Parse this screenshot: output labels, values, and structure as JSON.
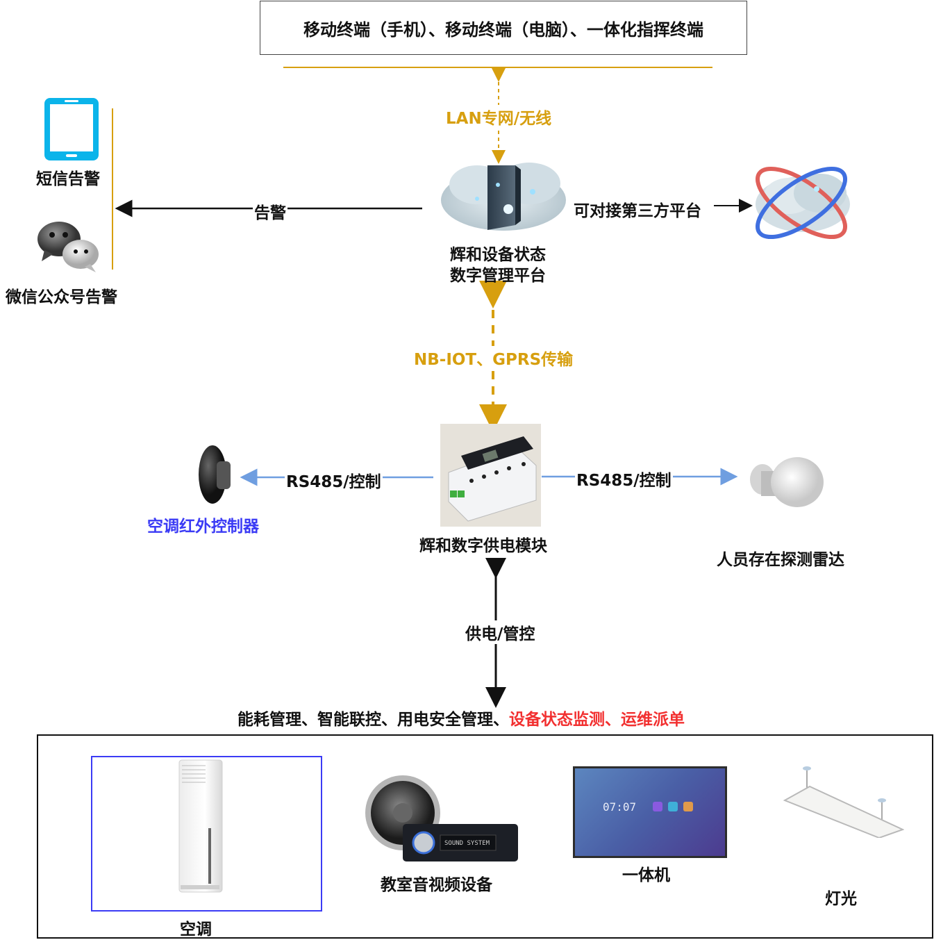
{
  "top_box": {
    "text": "移动终端（手机）、移动终端（电脑）、一体化指挥终端"
  },
  "links": {
    "lan": "LAN专网/无线",
    "alarm": "告警",
    "third_party": "可对接第三方平台",
    "nbiot": "NB-IOT、GPRS传输",
    "rs485_left": "RS485/控制",
    "rs485_right": "RS485/控制",
    "power": "供电/管控"
  },
  "alerts": [
    {
      "label": "短信告警",
      "icon": "tablet-icon"
    },
    {
      "label": "微信公众号告警",
      "icon": "wechat-icon"
    }
  ],
  "platform": {
    "line1": "辉和设备状态",
    "line2": "数字管理平台",
    "icon": "cloud-server-icon"
  },
  "third_party_icon": "cloud-orbit-icon",
  "module": {
    "label": "辉和数字供电模块",
    "icon": "power-module-icon"
  },
  "ir_controller": {
    "label": "空调红外控制器",
    "icon": "ir-controller-icon"
  },
  "radar": {
    "label": "人员存在探测雷达",
    "icon": "radar-sensor-icon"
  },
  "functions": {
    "black": "能耗管理、智能联控、用电安全管理、",
    "red": "设备状态监测、运维派单"
  },
  "devices": [
    {
      "label": "空调",
      "icon": "air-conditioner-icon"
    },
    {
      "label": "教室音视频设备",
      "icon": "speaker-stereo-icon"
    },
    {
      "label": "一体机",
      "icon": "smart-board-icon",
      "screen_time": "07:07"
    },
    {
      "label": "灯光",
      "icon": "panel-light-icon"
    }
  ],
  "colors": {
    "gold": "#d79f0f",
    "blue_line": "#6f9ee0",
    "blue_text": "#3b3bf5",
    "red": "#f23030",
    "tablet": "#0bb4ea"
  }
}
